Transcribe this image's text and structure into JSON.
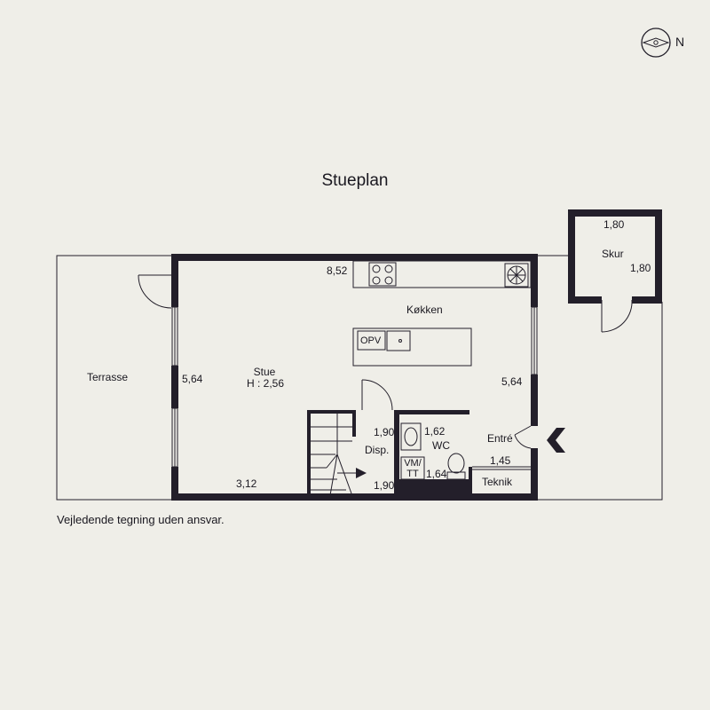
{
  "title": "Stueplan",
  "disclaimer": "Vejledende tegning uden ansvar.",
  "compass": {
    "label": "N",
    "icon": "compass-icon"
  },
  "rooms": {
    "terrasse": {
      "name": "Terrasse"
    },
    "stue": {
      "name": "Stue",
      "height": "H : 2,56",
      "dim_side": "5,64",
      "dim_bottom": "3,12"
    },
    "kokken": {
      "name": "Køkken",
      "dim_top": "8,52",
      "dim_side": "5,64",
      "island_label": "OPV"
    },
    "skur": {
      "name": "Skur",
      "dim_top": "1,80",
      "dim_side": "1,80"
    },
    "disp": {
      "name": "Disp.",
      "dim_top": "1,90",
      "dim_bottom": "1,90"
    },
    "wc": {
      "name": "WC",
      "dim_top": "1,62",
      "dim_bottom": "1,64",
      "vm_label": "VM/\nTT"
    },
    "entre": {
      "name": "Entré"
    },
    "teknik": {
      "name": "Teknik",
      "dim_top": "1,45"
    }
  },
  "icons": [
    "entry-arrow-icon",
    "stove-icon",
    "sink-icon",
    "toilet-icon",
    "stairs-icon",
    "fan-icon"
  ]
}
